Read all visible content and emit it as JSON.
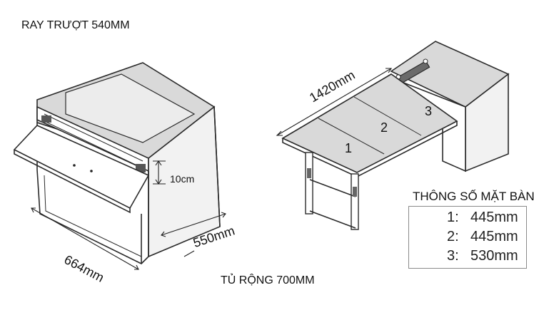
{
  "labels": {
    "top_caption": "RAY TRƯỢT 540MM",
    "bottom_caption": "TỦ RỘNG 700MM",
    "dim_width": "664mm",
    "dim_depth": "550mm",
    "dim_height": "10cm",
    "dim_table_length": "1420mm"
  },
  "table_panels": [
    "1",
    "2",
    "3"
  ],
  "spec": {
    "title": "THÔNG SỐ MẶT BÀN",
    "rows": [
      {
        "index": "1:",
        "value": "445mm"
      },
      {
        "index": "2:",
        "value": "445mm"
      },
      {
        "index": "3:",
        "value": "530mm"
      }
    ]
  }
}
